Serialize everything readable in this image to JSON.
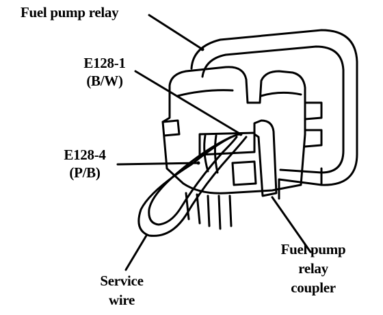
{
  "diagram": {
    "labels": {
      "fuel_pump_relay": "Fuel pump relay",
      "e128_1": "E128-1",
      "e128_1_wire": "(B/W)",
      "e128_4": "E128-4",
      "e128_4_wire": "(P/B)",
      "service_wire_line1": "Service",
      "service_wire_line2": "wire",
      "coupler_line1": "Fuel pump",
      "coupler_line2": "relay",
      "coupler_line3": "coupler"
    },
    "colors": {
      "ink": "#000000",
      "paper": "#ffffff"
    }
  }
}
